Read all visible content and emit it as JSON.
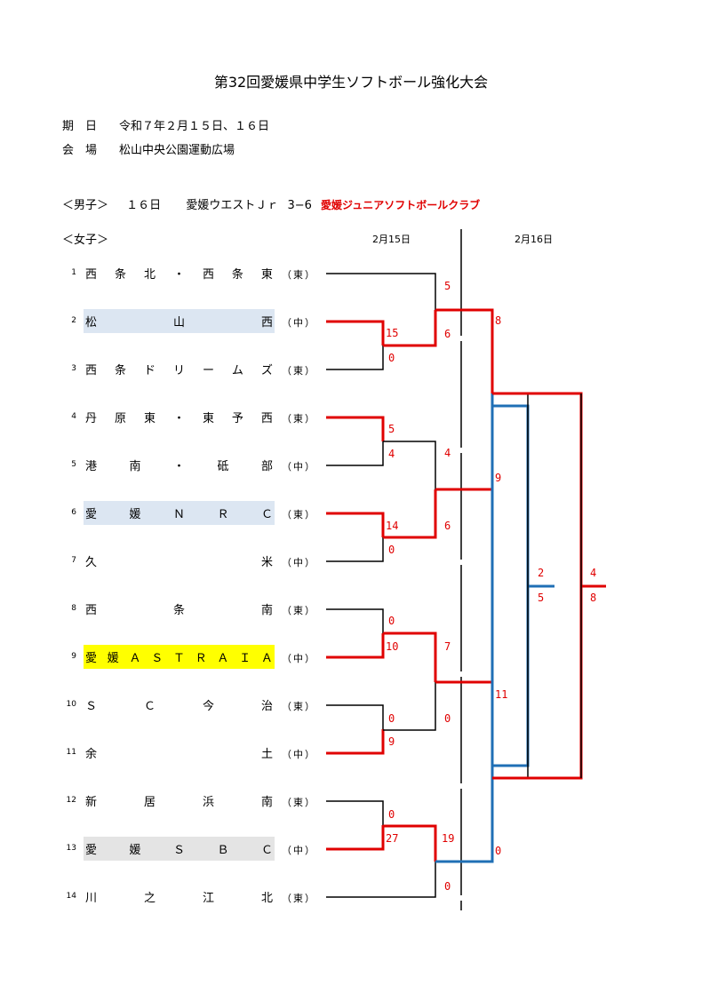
{
  "title": "第32回愛媛県中学生ソフトボール強化大会",
  "info": {
    "date_label": "期　日",
    "date_value": "令和７年２月１５日、１６日",
    "venue_label": "会　場",
    "venue_value": "松山中央公園運動広場"
  },
  "boys": {
    "header": "＜男子＞",
    "day": "１６日",
    "team": "愛媛ウエストＪｒ",
    "score": "3−6",
    "winner": "愛媛ジュニアソフトボールクラブ"
  },
  "girls": {
    "header": "＜女子＞",
    "day1": "2月15日",
    "day2": "2月16日",
    "teams": [
      {
        "no": "1",
        "chars": [
          "西",
          "条",
          "北",
          "・",
          "西",
          "条",
          "東"
        ],
        "region": "（東）"
      },
      {
        "no": "2",
        "chars": [
          "松",
          "山",
          "西"
        ],
        "region": "（中）"
      },
      {
        "no": "3",
        "chars": [
          "西",
          "条",
          "ド",
          "リ",
          "ー",
          "ム",
          "ズ"
        ],
        "region": "（東）"
      },
      {
        "no": "4",
        "chars": [
          "丹",
          "原",
          "東",
          "・",
          "東",
          "予",
          "西"
        ],
        "region": "（東）"
      },
      {
        "no": "5",
        "chars": [
          "港",
          "南",
          "・",
          "砥",
          "部"
        ],
        "region": "（中）"
      },
      {
        "no": "6",
        "chars": [
          "愛",
          "媛",
          "Ｎ",
          "Ｒ",
          "Ｃ"
        ],
        "region": "（東）"
      },
      {
        "no": "7",
        "chars": [
          "久",
          "米"
        ],
        "region": "（中）"
      },
      {
        "no": "8",
        "chars": [
          "西",
          "条",
          "南"
        ],
        "region": "（東）"
      },
      {
        "no": "9",
        "chars": [
          "愛",
          "媛",
          "Ａ",
          "Ｓ",
          "Ｔ",
          "Ｒ",
          "Ａ",
          "Ｉ",
          "Ａ"
        ],
        "region": "（中）"
      },
      {
        "no": "10",
        "chars": [
          "Ｓ",
          "Ｃ",
          "今",
          "治"
        ],
        "region": "（東）"
      },
      {
        "no": "11",
        "chars": [
          "余",
          "土"
        ],
        "region": "（中）"
      },
      {
        "no": "12",
        "chars": [
          "新",
          "居",
          "浜",
          "南"
        ],
        "region": "（東）"
      },
      {
        "no": "13",
        "chars": [
          "愛",
          "媛",
          "Ｓ",
          "Ｂ",
          "Ｃ"
        ],
        "region": "（中）"
      },
      {
        "no": "14",
        "chars": [
          "川",
          "之",
          "江",
          "北"
        ],
        "region": "（東）"
      }
    ],
    "scores": {
      "r1_2v3_top": "15",
      "r1_2v3_bot": "0",
      "r1_4v5_top": "5",
      "r1_4v5_bot": "4",
      "r1_6v7_top": "14",
      "r1_6v7_bot": "0",
      "r1_8v9_top": "0",
      "r1_8v9_bot": "10",
      "r1_10v11_top": "0",
      "r1_10v11_bot": "9",
      "r1_12v13_top": "0",
      "r1_12v13_bot": "27",
      "r2_a_top": "5",
      "r2_a_bot": "6",
      "r2_b_top": "4",
      "r2_b_bot": "6",
      "r2_c_top": "7",
      "r2_c_bot": "0",
      "r2_d_top": "19",
      "r2_d_bot": "0",
      "r3_a_top": "8",
      "r3_a_bot": "9",
      "r3_b_top": "11",
      "r3_b_bot": "0",
      "sf_top": "2",
      "sf_bot": "5",
      "f_top": "4",
      "f_bot": "8"
    },
    "colors": {
      "win": "#e00000",
      "runnerup": "#1f6fb5",
      "line": "#000000"
    }
  }
}
